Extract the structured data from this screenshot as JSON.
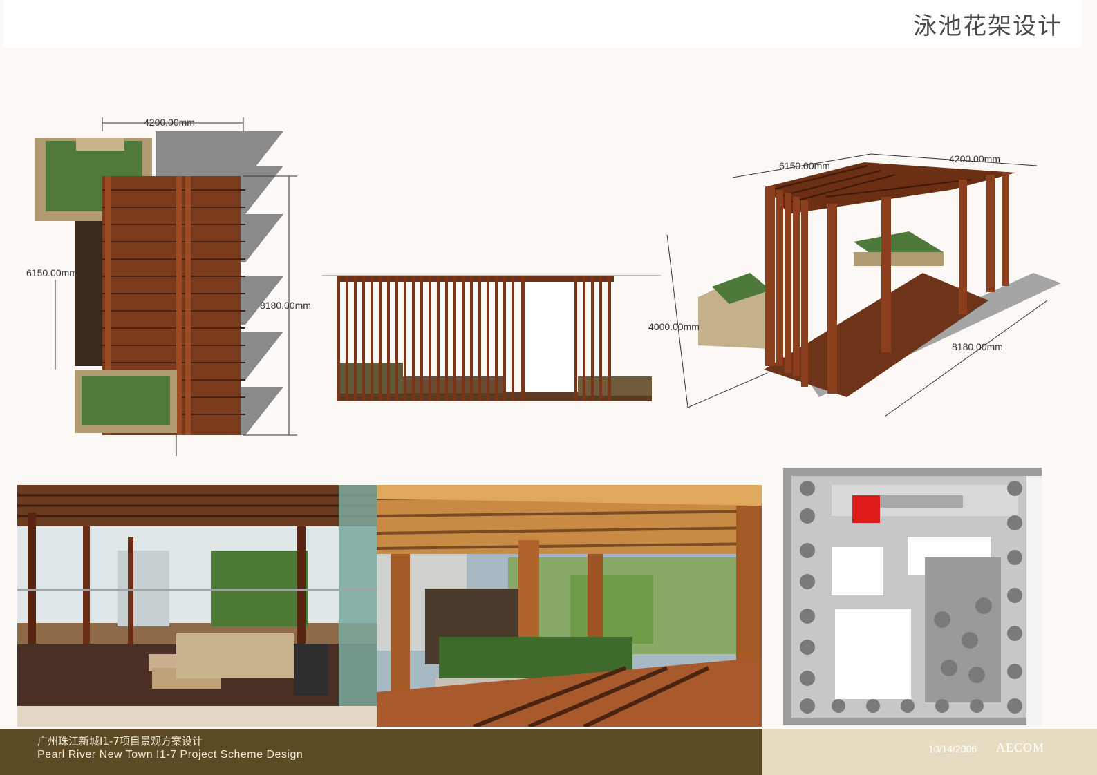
{
  "header": {
    "title": "泳池花架设计"
  },
  "plan_view": {
    "dim_width": "4200.00mm",
    "dim_depth": "6150.00mm",
    "dim_length": "8180.00mm"
  },
  "axon_view": {
    "dim_a": "6150.00mm",
    "dim_b": "4200.00mm",
    "dim_height": "4000.00mm",
    "dim_length": "8180.00mm"
  },
  "footer": {
    "project_cn": "广州珠江新城I1-7项目景观方案设计",
    "project_en": "Pearl River New Town I1-7 Project  Scheme Design",
    "date": "10/14/2006",
    "brand": "AECOM"
  },
  "colors": {
    "wood": "#8b3f1c",
    "wood_dark": "#5e2a12",
    "footer_left": "#5b4a23",
    "footer_right": "#e6dcc2",
    "site_highlight": "#e01b1b"
  }
}
